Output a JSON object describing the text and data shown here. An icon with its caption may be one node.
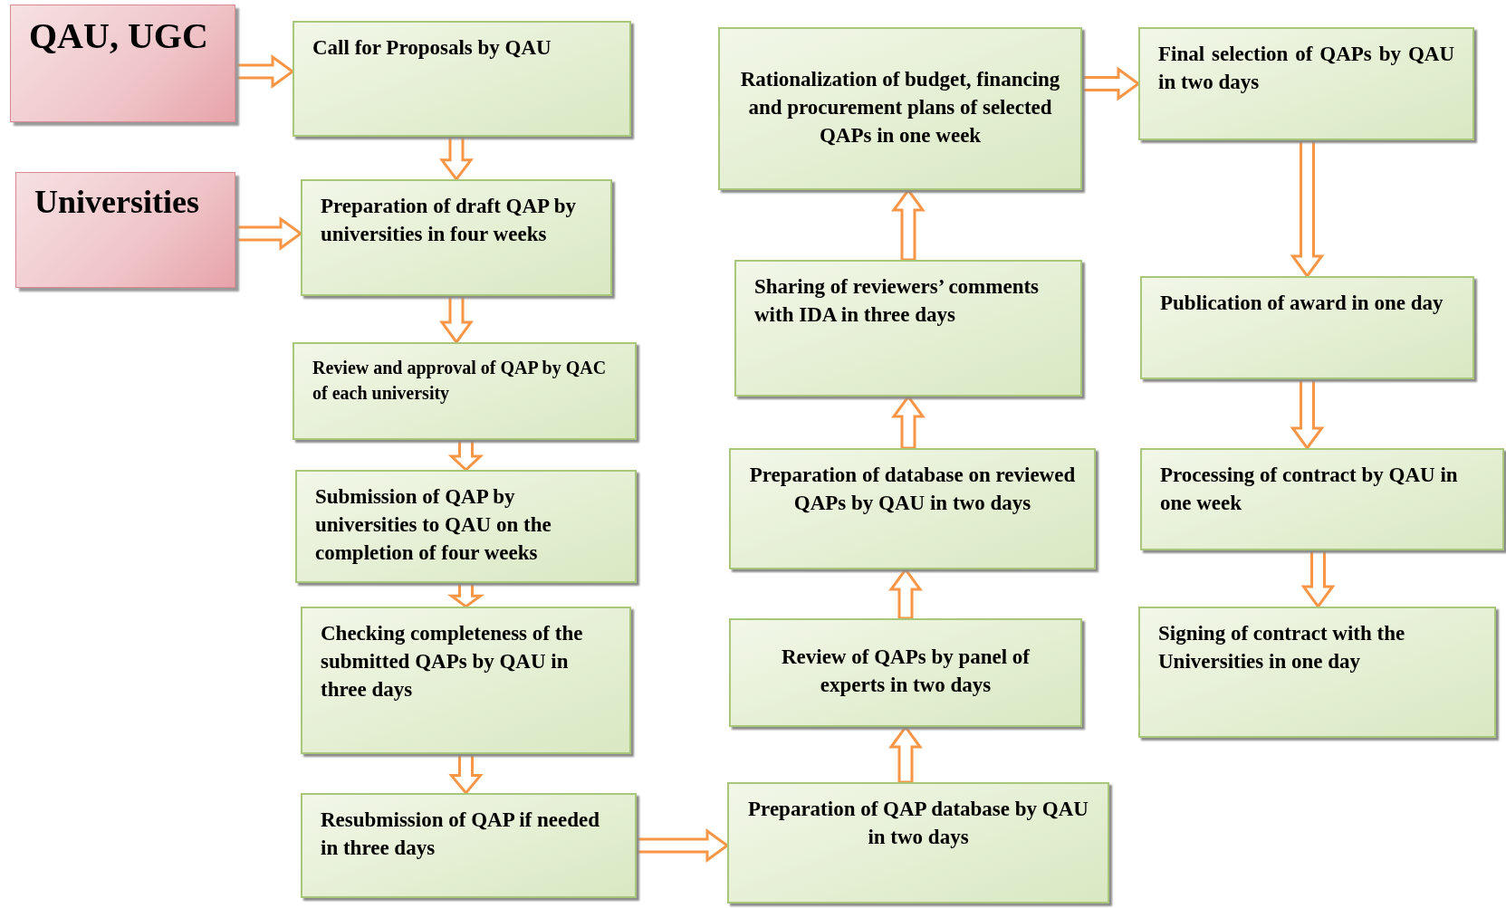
{
  "diagram": {
    "nodes": [
      {
        "text": [
          "QAU, UGC"
        ]
      },
      {
        "text": [
          "Universities"
        ]
      },
      {
        "text": [
          "Call for Proposals by QAU"
        ]
      },
      {
        "text": [
          "Preparation of draft QAP by universities in four weeks"
        ]
      },
      {
        "text": [
          "Review and approval of QAP by QAC of each university"
        ]
      },
      {
        "text": [
          "Submission of QAP by universities to QAU on the completion of four weeks"
        ]
      },
      {
        "text": [
          "Checking completeness of the submitted QAPs by QAU in three days"
        ]
      },
      {
        "text": [
          "Resubmission of QAP if needed in three days"
        ]
      },
      {
        "text": [
          "Preparation of QAP database by QAU in two days"
        ]
      },
      {
        "text": [
          "Review of QAPs by panel of experts in two days"
        ]
      },
      {
        "text": [
          "Preparation of database on reviewed QAPs by QAU in two days"
        ]
      },
      {
        "text": [
          "Sharing of reviewers’ comments with IDA in three days"
        ]
      },
      {
        "text": [
          "Rationalization of budget, financing and procurement plans of selected QAPs in one week"
        ]
      },
      {
        "text": [
          "Final selection of QAPs by QAU in two days"
        ]
      },
      {
        "text": [
          "Publication of award in one day"
        ]
      },
      {
        "text": [
          "Processing of contract by QAU in one week"
        ]
      },
      {
        "text": [
          "Signing of contract with the Universities in one day"
        ]
      }
    ],
    "edges": [
      {
        "from": 0,
        "to": 2,
        "arrow": "to"
      },
      {
        "from": 1,
        "to": 3,
        "arrow": "to"
      },
      {
        "from": 2,
        "to": 3,
        "arrow": "to"
      },
      {
        "from": 3,
        "to": 4,
        "arrow": "to"
      },
      {
        "from": 4,
        "to": 5,
        "arrow": "to"
      },
      {
        "from": 5,
        "to": 6,
        "arrow": "to"
      },
      {
        "from": 6,
        "to": 7,
        "arrow": "to"
      },
      {
        "from": 7,
        "to": 8,
        "arrow": "to"
      },
      {
        "from": 8,
        "to": 9,
        "arrow": "to"
      },
      {
        "from": 9,
        "to": 10,
        "arrow": "to"
      },
      {
        "from": 10,
        "to": 11,
        "arrow": "to"
      },
      {
        "from": 11,
        "to": 12,
        "arrow": "to"
      },
      {
        "from": 12,
        "to": 13,
        "arrow": "to"
      },
      {
        "from": 13,
        "to": 14,
        "arrow": "to"
      },
      {
        "from": 14,
        "to": 15,
        "arrow": "to"
      },
      {
        "from": 15,
        "to": 16,
        "arrow": "to"
      }
    ]
  }
}
